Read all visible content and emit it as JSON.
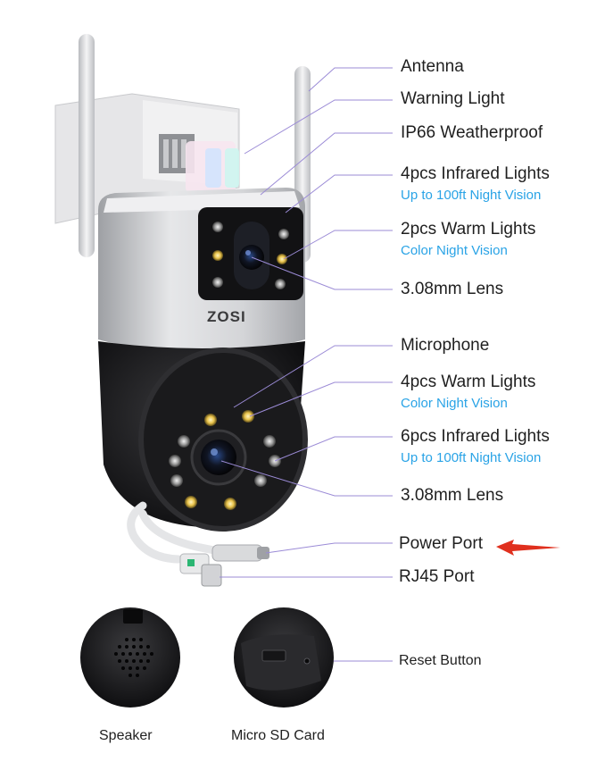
{
  "brand": "ZOSI",
  "callouts": [
    {
      "label": "Antenna"
    },
    {
      "label": "Warning Light"
    },
    {
      "label": "IP66 Weatherproof"
    },
    {
      "label": "4pcs Infrared Lights",
      "sub": "Up to 100ft Night Vision"
    },
    {
      "label": "2pcs Warm Lights",
      "sub": "Color Night Vision"
    },
    {
      "label": "3.08mm Lens"
    },
    {
      "label": "Microphone"
    },
    {
      "label": "4pcs Warm Lights",
      "sub": "Color Night Vision"
    },
    {
      "label": "6pcs Infrared Lights",
      "sub": "Up to 100ft Night Vision"
    },
    {
      "label": "3.08mm Lens"
    },
    {
      "label": "Power Port"
    },
    {
      "label": "RJ45 Port"
    }
  ],
  "detail": {
    "reset": "Reset Button",
    "speaker": "Speaker",
    "sd_card": "Micro SD Card"
  },
  "colors": {
    "leader_line": "#9b8bd6",
    "subtitle": "#29a3e6",
    "arrow": "#e0301e",
    "body_silver": "#cfd0d3",
    "body_black": "#1c1c1e"
  }
}
